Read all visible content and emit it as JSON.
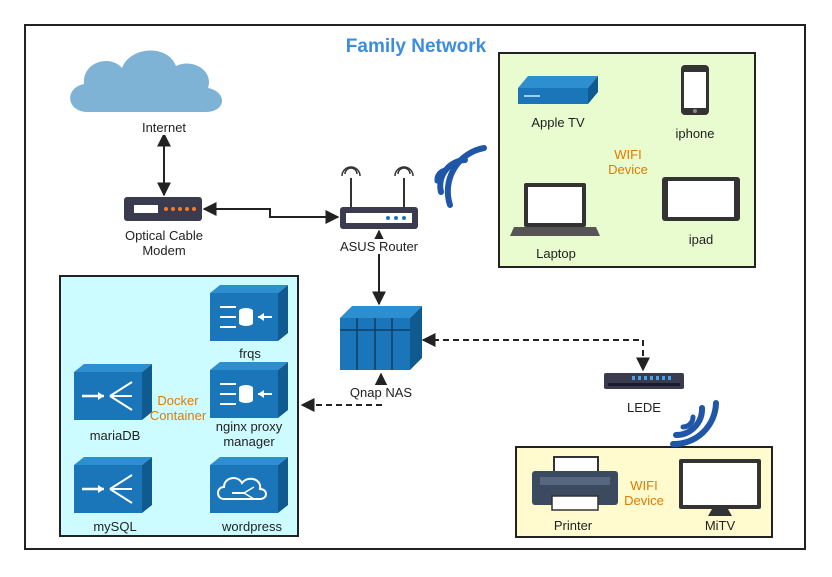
{
  "title": "Family Network",
  "nodes": {
    "internet": "Internet",
    "modem_line1": "Optical Cable",
    "modem_line2": "Modem",
    "router": "ASUS Router",
    "nas": "Qnap NAS",
    "lede": "LEDE"
  },
  "wifi_group_top": {
    "label_line1": "WIFI",
    "label_line2": "Device",
    "devices": [
      "Apple TV",
      "iphone",
      "Laptop",
      "ipad"
    ]
  },
  "wifi_group_bottom": {
    "label_line1": "WIFI",
    "label_line2": "Device",
    "devices": [
      "Printer",
      "MiTV"
    ]
  },
  "docker": {
    "label_line1": "Docker",
    "label_line2": "Container",
    "services": [
      "frqs",
      "mariaDB",
      "nginx proxy",
      "manager",
      "mySQL",
      "wordpress"
    ]
  },
  "colors": {
    "title": "#3b8de0",
    "device_blue": "#1a76b8",
    "wifi_green_bg": "#e8fccf",
    "docker_cyan_bg": "#ccfcff",
    "printer_yellow_bg": "#fffbcf",
    "cloud": "#7fb3d6",
    "accent_orange": "#e07b00"
  }
}
